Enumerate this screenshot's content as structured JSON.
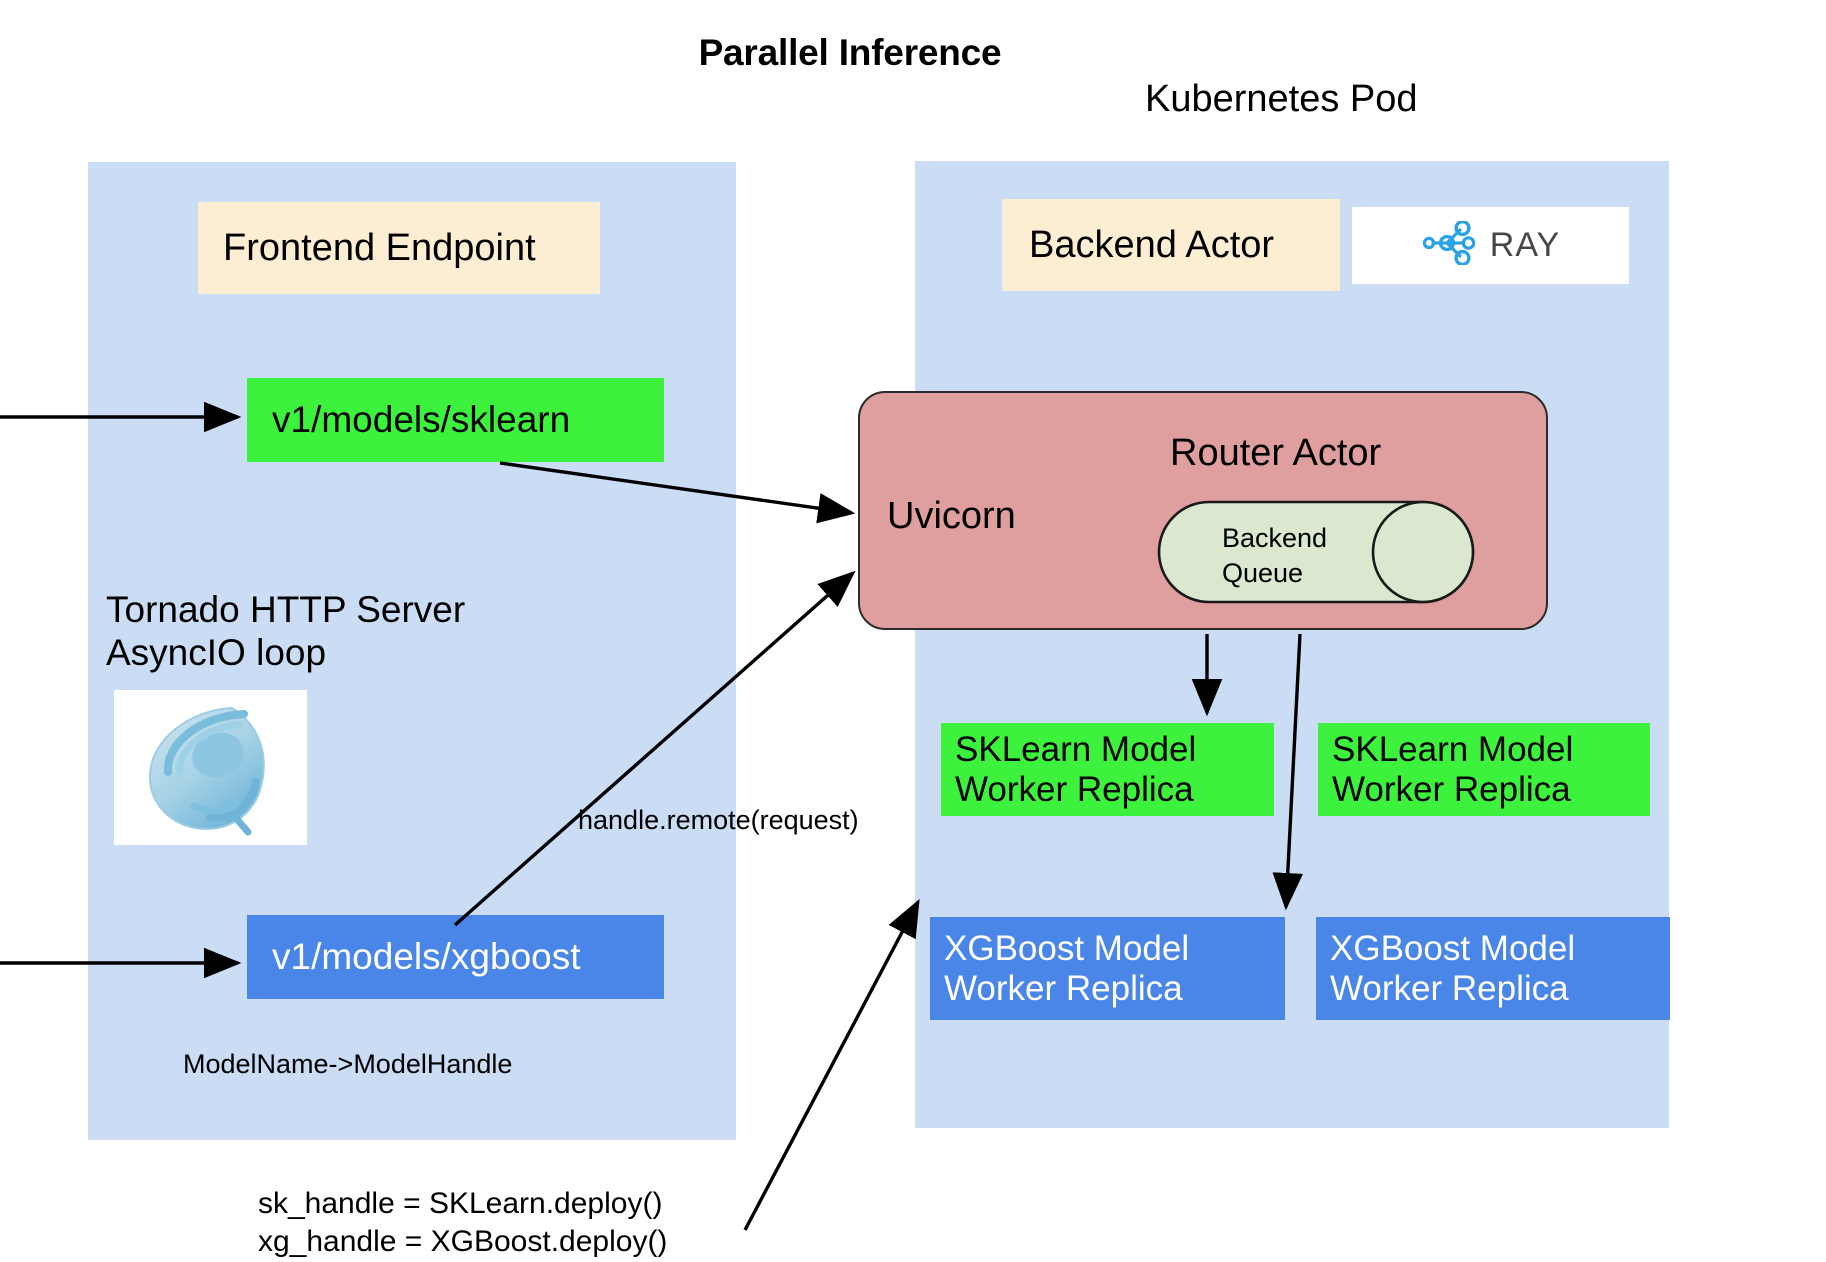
{
  "title": "Parallel Inference",
  "pod": {
    "title": "Kubernetes Pod"
  },
  "frontend_panel": {
    "header_box": "Frontend Endpoint",
    "endpoints": [
      {
        "label": "v1/models/sklearn",
        "style": "green"
      },
      {
        "label": "v1/models/xgboost",
        "style": "blue"
      }
    ],
    "server_label": "Tornado HTTP Server\nAsyncIO loop",
    "server_logo": "tornado-logo",
    "mapping_note": "ModelName->ModelHandle"
  },
  "pod_panel": {
    "header_box": "Backend Actor",
    "logo": {
      "name": "ray-logo",
      "word": "RAY"
    },
    "router": {
      "title": "Router Actor",
      "server_label": "Uvicorn",
      "queue_label": "Backend\nQueue"
    },
    "replicas": [
      {
        "line1": "SKLearn Model",
        "line2": "Worker Replica",
        "style": "green"
      },
      {
        "line1": "SKLearn Model",
        "line2": "Worker Replica",
        "style": "green"
      },
      {
        "line1": "XGBoost Model",
        "line2": "Worker Replica",
        "style": "blue"
      },
      {
        "line1": "XGBoost Model",
        "line2": "Worker Replica",
        "style": "blue"
      }
    ]
  },
  "annotations": {
    "handle_remote": "handle.remote(request)",
    "deploy_code": "sk_handle = SKLearn.deploy()\nxg_handle = XGBoost.deploy()"
  },
  "colors": {
    "panel_blue": "#cbdcf5",
    "cream": "#fceed2",
    "green": "#3df23d",
    "blue": "#4a86e8",
    "router_pink": "#e09f9f",
    "queue_green": "#d9e8cf",
    "ray_blue": "#29a3e3",
    "arrow": "#000000"
  }
}
